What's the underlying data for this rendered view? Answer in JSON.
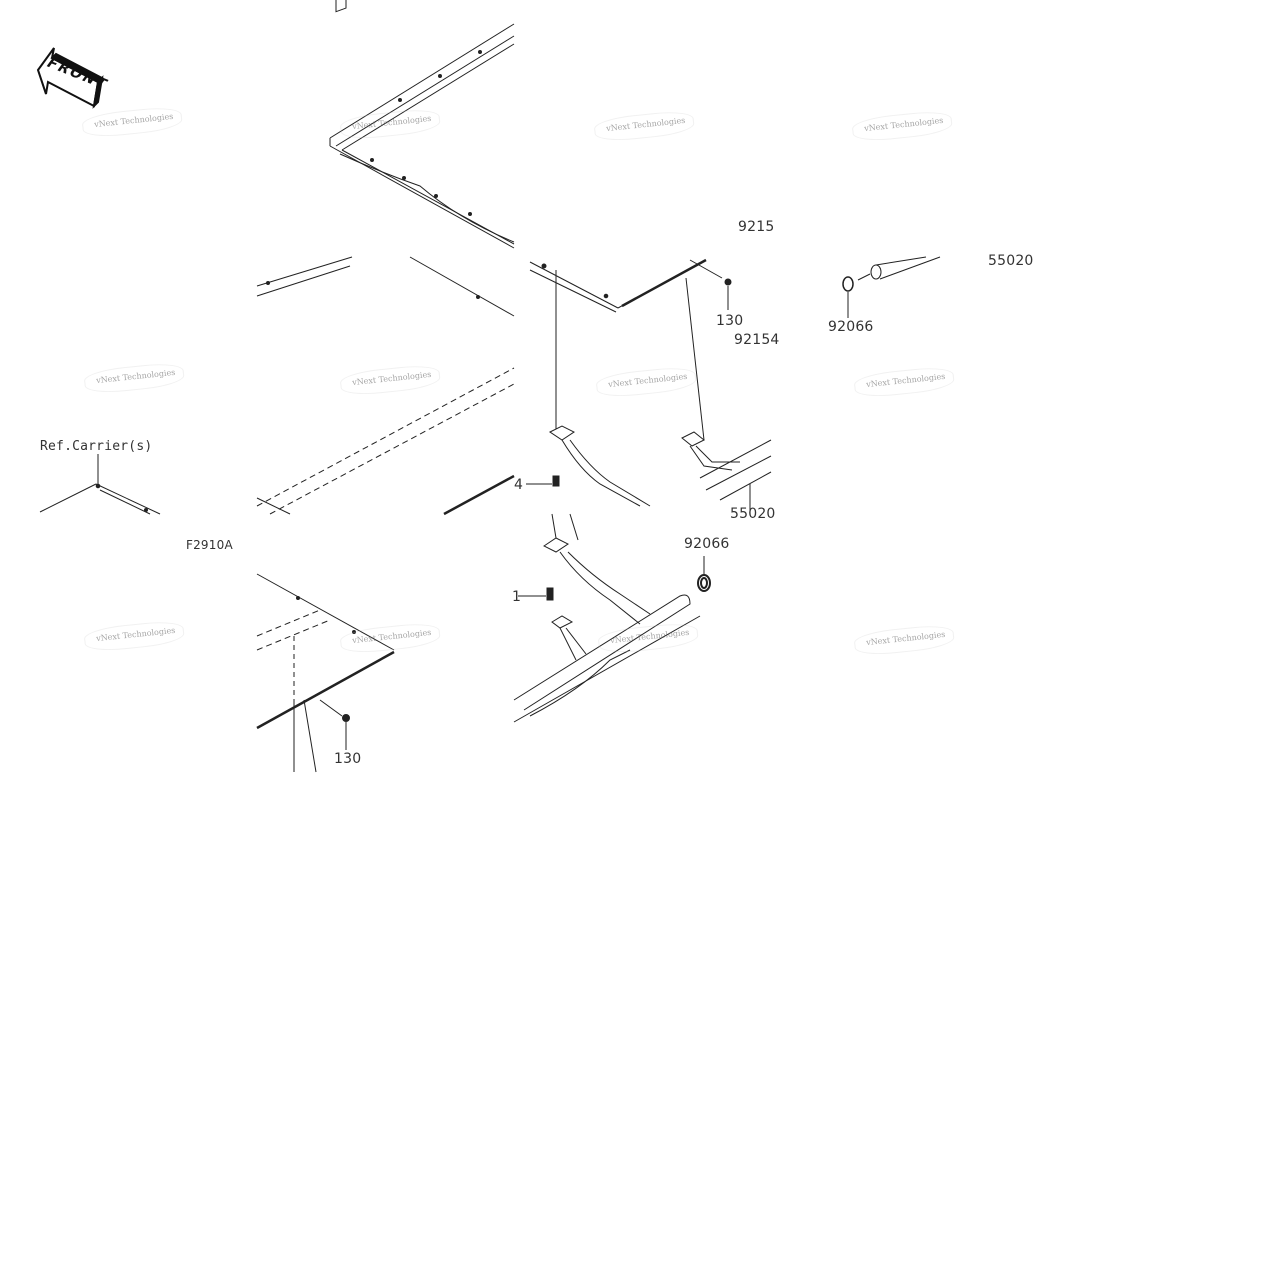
{
  "front_badge": {
    "text": "FRONT"
  },
  "watermark": "vNext Technologies",
  "labels": {
    "ref_carriers": "Ref.Carrier(s)",
    "figure_code": "F2910A",
    "part_9215_top": "9215",
    "part_130_top": "130",
    "part_92154": "92154",
    "part_55020_right": "55020",
    "part_92066_top": "92066",
    "part_4_left": "4",
    "part_55020_cut": "55020",
    "part_92066_mid": "92066",
    "part_1_left": "1",
    "part_130_bottom": "130"
  },
  "colors": {
    "line": "#222222",
    "background": "#ffffff",
    "watermark": "#8a8a8a"
  }
}
